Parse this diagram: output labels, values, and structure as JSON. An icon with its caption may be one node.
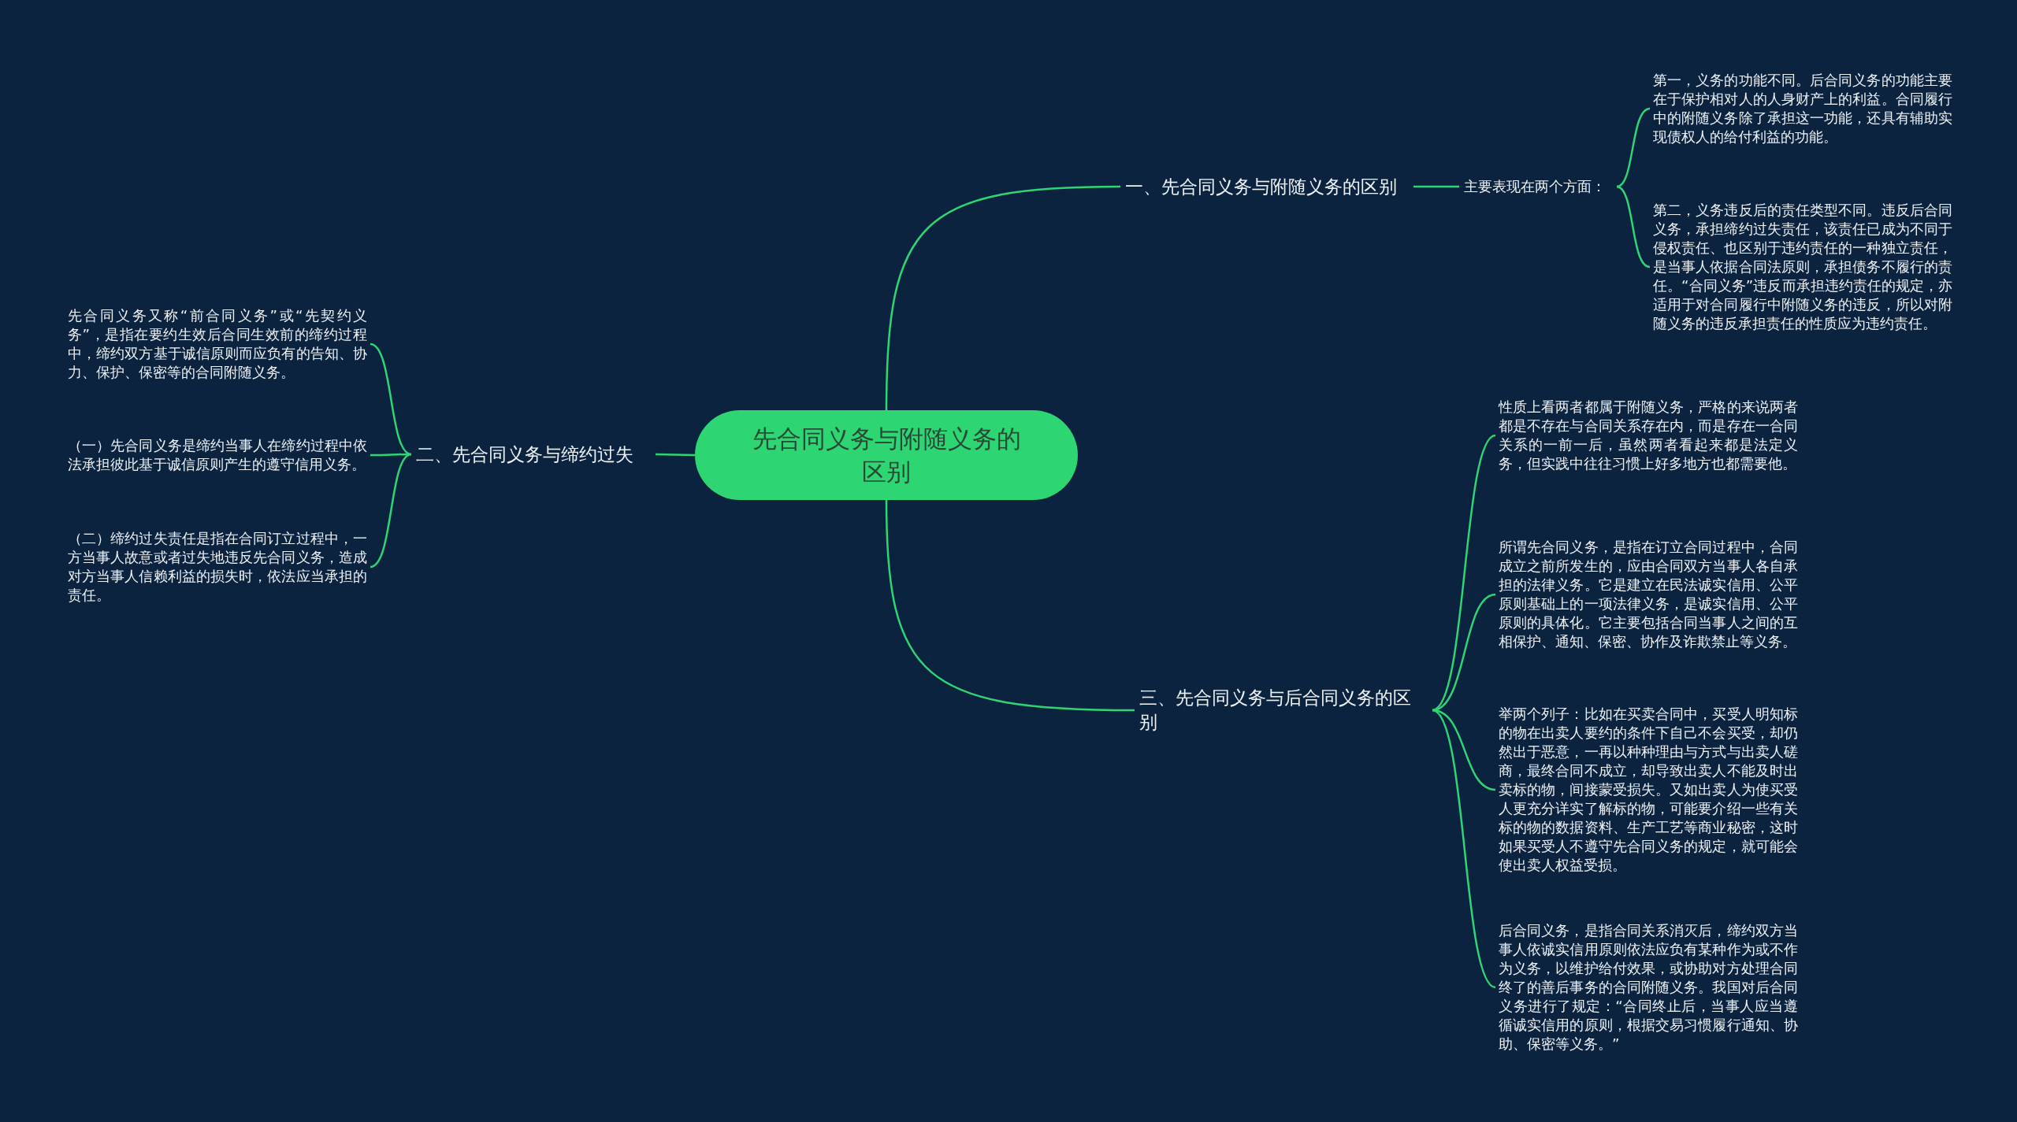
{
  "diagram": {
    "nodes": [
      {
        "text": [
          "先合同义务与附随义务的区别"
        ]
      },
      {
        "text": [
          "一、先合同义务与附随义务的区别"
        ]
      },
      {
        "text": [
          "主要表现在两个方面："
        ]
      },
      {
        "text": [
          "第一，义务的功能不同。后合同义务的功能主要在于保护相对人的人身财产上的利益。合同履行中的附随义务除了承担这一功能，还具有辅助实现债权人的给付利益的功能。"
        ]
      },
      {
        "text": [
          "第二，义务违反后的责任类型不同。违反后合同义务，承担缔约过失责任，该责任已成为不同于侵权责任、也区别于违约责任的一种独立责任，是当事人依据合同法原则，承担债务不履行的责任。“合同义务”违反而承担违约责任的规定，亦适用于对合同履行中附随义务的违反，所以对附随义务的违反承担责任的性质应为违约责任。"
        ]
      },
      {
        "text": [
          "二、先合同义务与缔约过失"
        ]
      },
      {
        "text": [
          "先合同义务又称“前合同义务”或“先契约义务”，是指在要约生效后合同生效前的缔约过程中，缔约双方基于诚信原则而应负有的告知、协力、保护、保密等的合同附随义务。"
        ]
      },
      {
        "text": [
          "（一）先合同义务是缔约当事人在缔约过程中依法承担彼此基于诚信原则产生的遵守信用义务。"
        ]
      },
      {
        "text": [
          "（二）缔约过失责任是指在合同订立过程中，一方当事人故意或者过失地违反先合同义务，造成对方当事人信赖利益的损失时，依法应当承担的责任。"
        ]
      },
      {
        "text": [
          "三、先合同义务与后合同义务的区别"
        ]
      },
      {
        "text": [
          "性质上看两者都属于附随义务，严格的来说两者都是不存在与合同关系存在内，而是存在一合同关系的一前一后，虽然两者看起来都是法定义务，但实践中往往习惯上好多地方也都需要他。"
        ]
      },
      {
        "text": [
          "所谓先合同义务，是指在订立合同过程中，合同成立之前所发生的，应由合同双方当事人各自承担的法律义务。它是建立在民法诚实信用、公平原则基础上的一项法律义务，是诚实信用、公平原则的具体化。它主要包括合同当事人之间的互相保护、通知、保密、协作及诈欺禁止等义务。"
        ]
      },
      {
        "text": [
          "举两个列子：比如在买卖合同中，买受人明知标的物在出卖人要约的条件下自己不会买受，却仍然出于恶意，一再以种种理由与方式与出卖人磋商，最终合同不成立，却导致出卖人不能及时出卖标的物，间接蒙受损失。又如出卖人为使买受人更充分详实了解标的物，可能要介绍一些有关标的物的数据资料、生产工艺等商业秘密，这时如果买受人不遵守先合同义务的规定，就可能会使出卖人权益受损。"
        ]
      },
      {
        "text": [
          "后合同义务，是指合同关系消灭后，缔约双方当事人依诚实信用原则依法应负有某种作为或不作为义务，以维护给付效果，或协助对方处理合同终了的善后事务的合同附随义务。我国对后合同义务进行了规定：“合同终止后，当事人应当遵循诚实信用的原则，根据交易习惯履行通知、协助、保密等义务。”"
        ]
      }
    ],
    "edges": [
      {
        "from": 0,
        "to": 1,
        "arrow": "none"
      },
      {
        "from": 1,
        "to": 2,
        "arrow": "none"
      },
      {
        "from": 2,
        "to": 3,
        "arrow": "none"
      },
      {
        "from": 2,
        "to": 4,
        "arrow": "none"
      },
      {
        "from": 0,
        "to": 5,
        "arrow": "none"
      },
      {
        "from": 5,
        "to": 6,
        "arrow": "none"
      },
      {
        "from": 5,
        "to": 7,
        "arrow": "none"
      },
      {
        "from": 5,
        "to": 8,
        "arrow": "none"
      },
      {
        "from": 0,
        "to": 9,
        "arrow": "none"
      },
      {
        "from": 9,
        "to": 10,
        "arrow": "none"
      },
      {
        "from": 9,
        "to": 11,
        "arrow": "none"
      },
      {
        "from": 9,
        "to": 12,
        "arrow": "none"
      },
      {
        "from": 9,
        "to": 13,
        "arrow": "none"
      }
    ]
  }
}
